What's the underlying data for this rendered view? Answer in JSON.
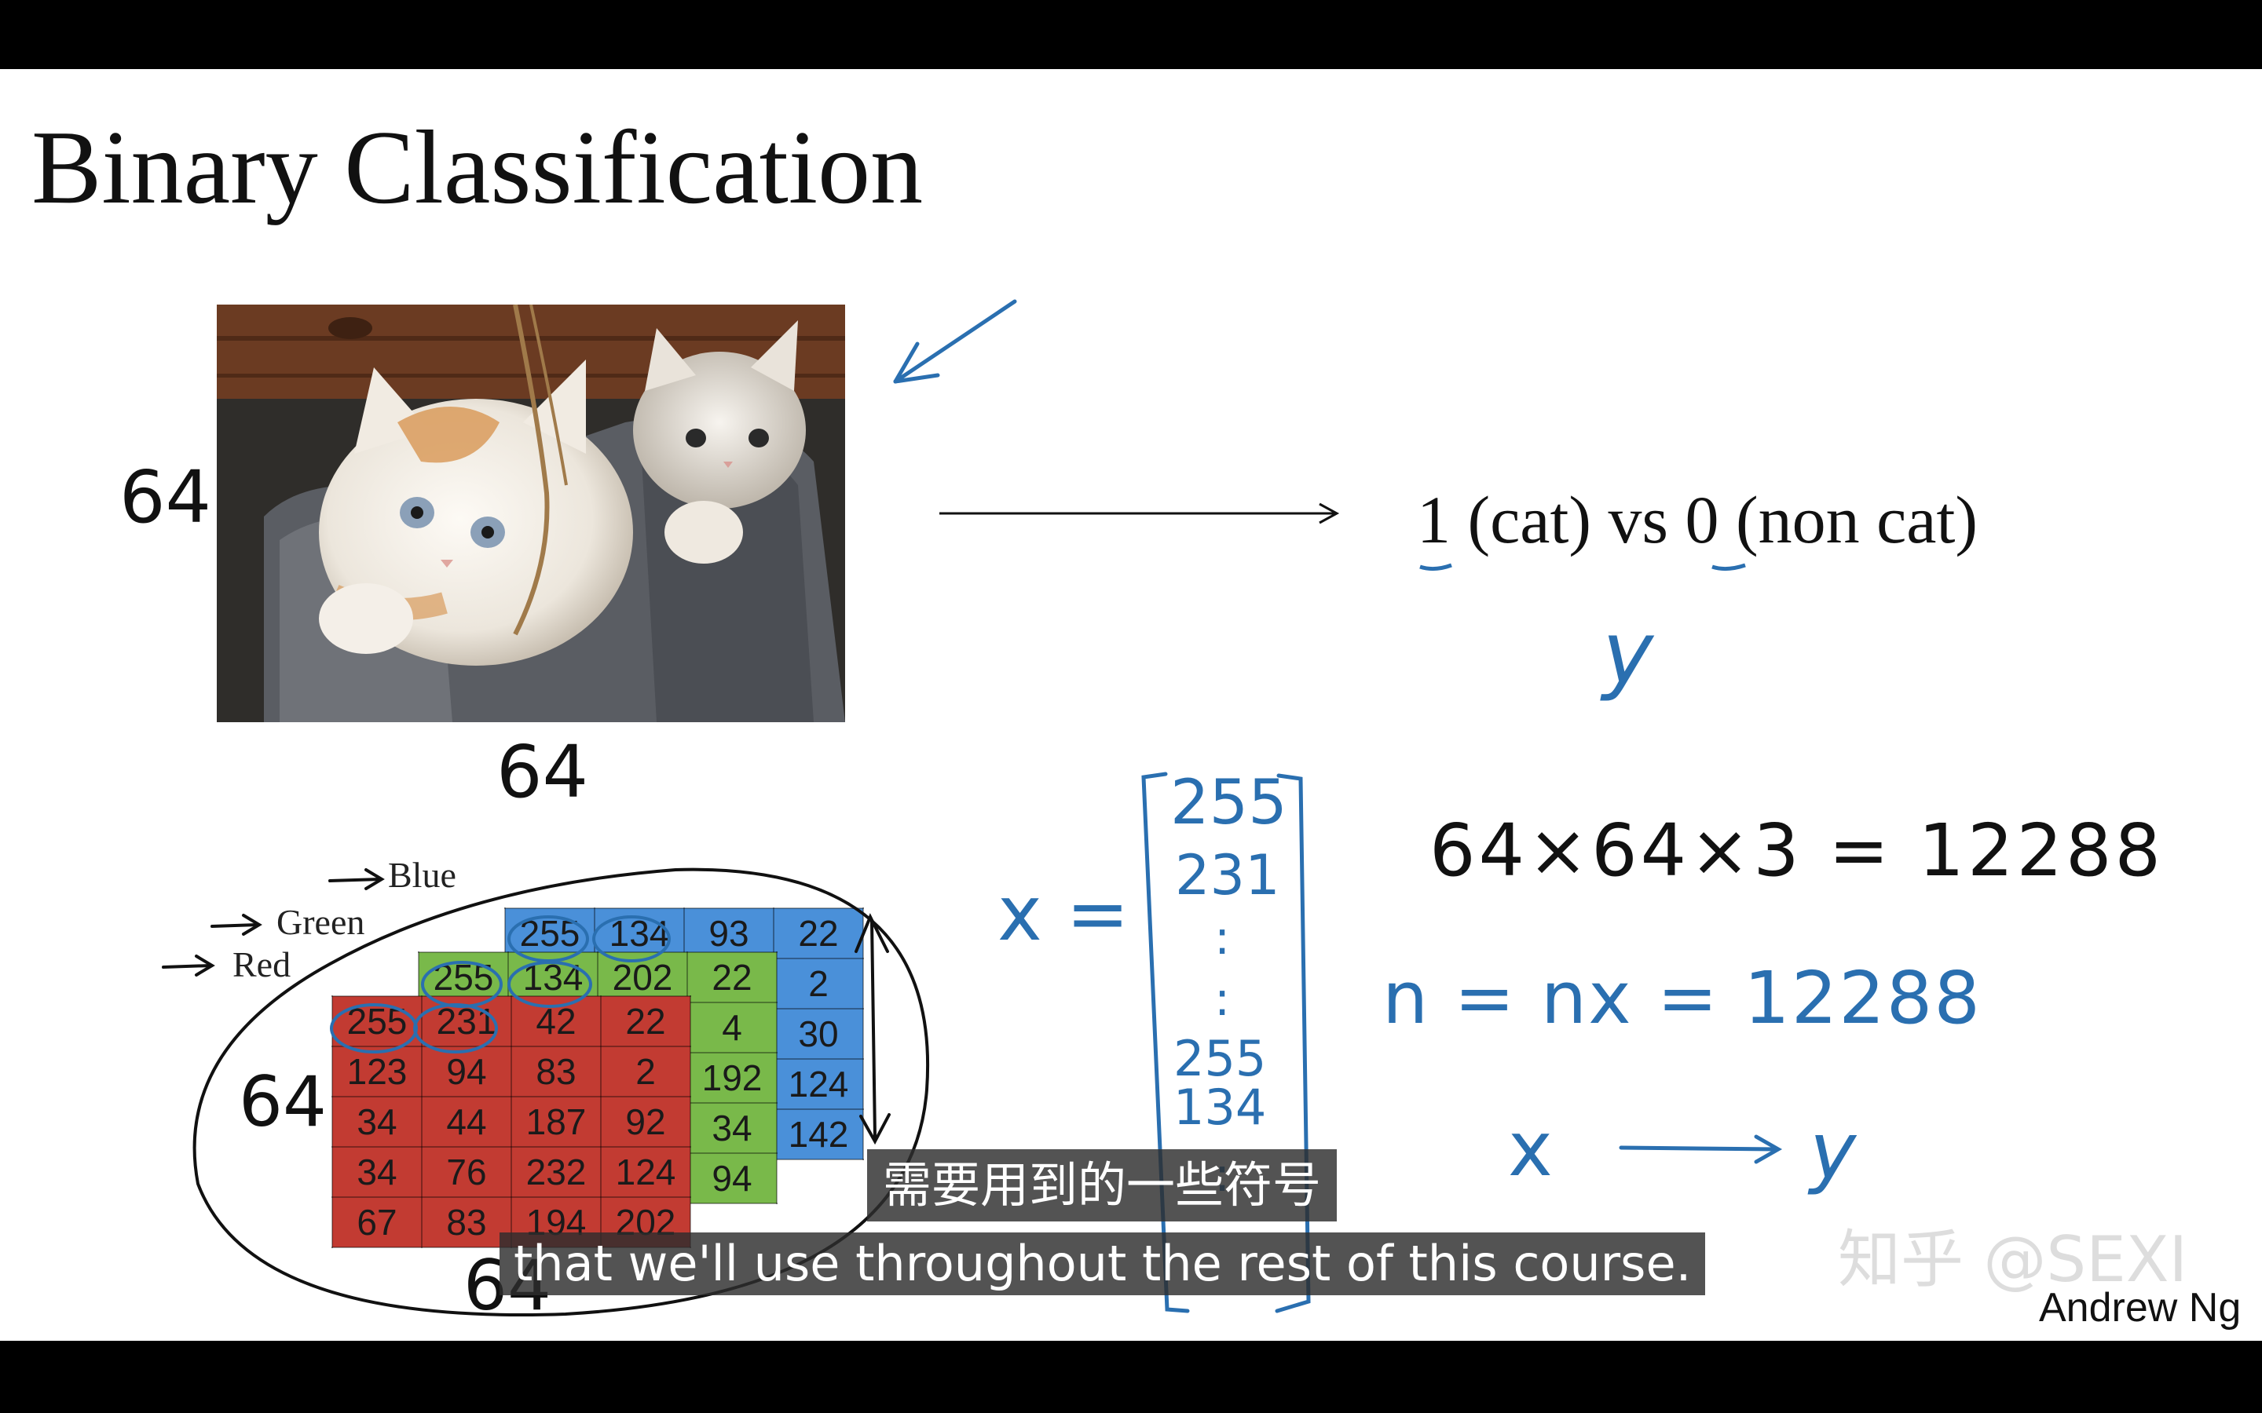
{
  "slide": {
    "title": "Binary Classification",
    "author": "Andrew Ng",
    "image_height_label": "64",
    "image_width_label": "64",
    "output_label_one": "1",
    "output_label_one_text": " (cat) vs ",
    "output_label_zero": "0",
    "output_label_zero_text": " (non cat)",
    "y_label": "y",
    "x_label": "x =",
    "feature_vector": [
      "255",
      "231",
      ":",
      ":",
      "255",
      "134",
      ":"
    ],
    "dimension_equation": "64×64×3 = 12288",
    "n_equation": "n = nx = 12288",
    "mapping_from": "x",
    "mapping_to": "y",
    "channel_labels": {
      "blue": "Blue",
      "green": "Green",
      "red": "Red"
    },
    "matrix_height_label": "64",
    "matrix_width_label": "64",
    "channels": {
      "red": [
        [
          "255",
          "231",
          "42",
          "22"
        ],
        [
          "123",
          "94",
          "83",
          "2"
        ],
        [
          "34",
          "44",
          "187",
          "92"
        ],
        [
          "34",
          "76",
          "232",
          "124"
        ],
        [
          "67",
          "83",
          "194",
          "202"
        ]
      ],
      "green": [
        [
          "255",
          "134",
          "202",
          "22"
        ],
        [
          "4"
        ],
        [
          "192"
        ],
        [
          "34"
        ],
        [
          "94"
        ]
      ],
      "blue": [
        [
          "255",
          "134",
          "93",
          "22"
        ],
        [
          "2"
        ],
        [
          "30"
        ],
        [
          "124"
        ],
        [
          "142"
        ]
      ]
    }
  },
  "subtitles": {
    "chinese": "需要用到的一些符号",
    "english": "that we'll use throughout the rest of this course."
  },
  "watermark": "知乎 @SEXI",
  "colors": {
    "ink_blue": "#2a6fb0",
    "red_channel": "#c23b32",
    "green_channel": "#79b94a",
    "blue_channel": "#4a90d9"
  }
}
